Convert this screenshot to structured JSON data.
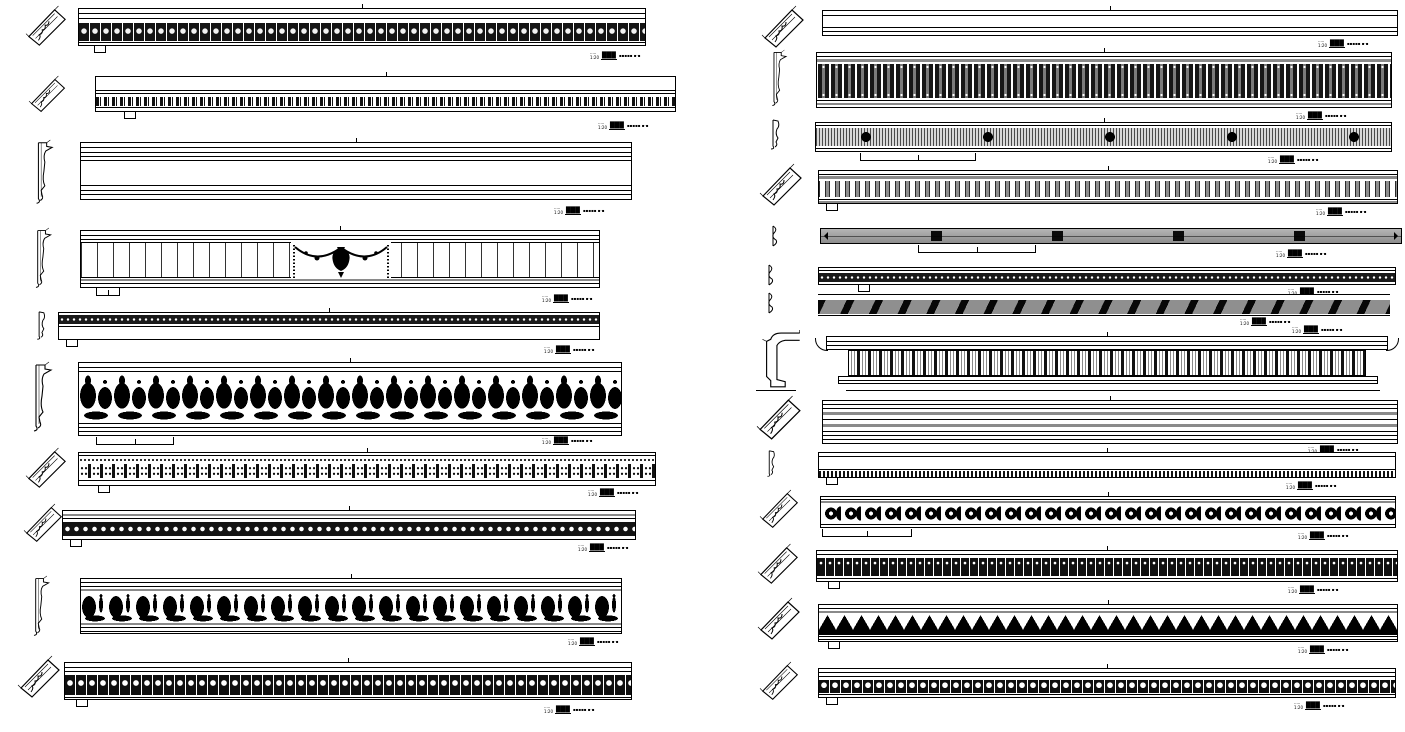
{
  "sheet": {
    "background": "#ffffff",
    "ink": "#000000",
    "kind": "cornice-molding-detail-elevations"
  },
  "callout": {
    "prefix": "·····",
    "scale": "1:20",
    "title": "███",
    "note": "▪▪▪▪▪ ▪·▪"
  },
  "columns": {
    "left": {
      "rows": [
        {
          "id": "L1",
          "pattern": "egg-and-dart-dark-band",
          "profile": "diagonal-crown-section"
        },
        {
          "id": "L2",
          "pattern": "micro-dentil-run",
          "profile": "diagonal-crown-section"
        },
        {
          "id": "L3",
          "pattern": "plain-stepped-bands",
          "profile": "vertical-cyma-section"
        },
        {
          "id": "L4",
          "pattern": "fluted-frieze-with-center-swag-urn",
          "profile": "vertical-cyma-section"
        },
        {
          "id": "L5",
          "pattern": "beaded-dot-thin-band",
          "profile": "vertical-cyma-small-section"
        },
        {
          "id": "L6",
          "pattern": "anthemion-palmette-frieze",
          "profile": "vertical-cyma-section"
        },
        {
          "id": "L7",
          "pattern": "double-dot-dentil-block-run",
          "profile": "diagonal-crown-section"
        },
        {
          "id": "L8",
          "pattern": "pearl-bead-chain-band",
          "profile": "diagonal-crown-section"
        },
        {
          "id": "L9",
          "pattern": "leaf-and-dart-frieze",
          "profile": "vertical-cyma-section"
        },
        {
          "id": "L10",
          "pattern": "egg-and-tongue-dark-band",
          "profile": "diagonal-crown-section"
        }
      ]
    },
    "right": {
      "rows": [
        {
          "id": "R1",
          "pattern": "plain-crown-band",
          "profile": "diagonal-crown-section"
        },
        {
          "id": "R2",
          "pattern": "reeded-baluster-band",
          "profile": "vertical-stepped-section"
        },
        {
          "id": "R3",
          "pattern": "hatched-band-with-paterae",
          "profile": "vertical-cyma-small-section"
        },
        {
          "id": "R4",
          "pattern": "dentil-course",
          "profile": "diagonal-crown-section"
        },
        {
          "id": "R5",
          "pattern": "ribbon-and-reed-torus",
          "profile": "tiny-roundel-section"
        },
        {
          "id": "R6",
          "pattern": "beaded-astragal-dark",
          "profile": "tiny-roundel-section"
        },
        {
          "id": "R7",
          "pattern": "laurel-rope-torus",
          "profile": "tiny-roundel-section"
        },
        {
          "id": "R8",
          "pattern": "grouped-dentil-cornice",
          "profile": "crown-bracket-section"
        },
        {
          "id": "R9",
          "pattern": "layered-fascia-bands",
          "profile": "diagonal-crown-section"
        },
        {
          "id": "R10",
          "pattern": "fine-dentil-thin-run",
          "profile": "vertical-cyma-small-section"
        },
        {
          "id": "R11",
          "pattern": "rosette-scroll-band",
          "profile": "diagonal-crown-section"
        },
        {
          "id": "R12",
          "pattern": "egg-and-dart-dark-band",
          "profile": "diagonal-crown-section"
        },
        {
          "id": "R13",
          "pattern": "acanthus-zigzag-band",
          "profile": "diagonal-crown-section"
        },
        {
          "id": "R14",
          "pattern": "egg-and-tongue-band",
          "profile": "diagonal-crown-section"
        }
      ]
    }
  }
}
